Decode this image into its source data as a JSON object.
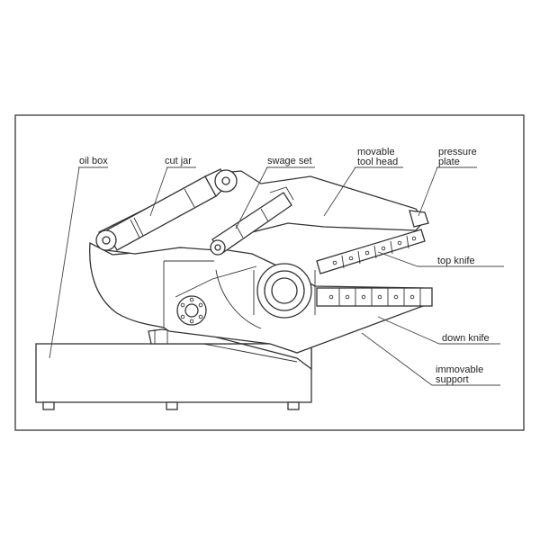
{
  "labels": {
    "oil_box": "oil box",
    "cut_jar": "cut jar",
    "swage_set": "swage set",
    "movable_tool_head_line1": "movable",
    "movable_tool_head_line2": "tool head",
    "pressure_plate_line1": "pressure",
    "pressure_plate_line2": "plate",
    "top_knife": "top knife",
    "down_knife": "down knife",
    "immovable_support_line1": "immovable",
    "immovable_support_line2": "support"
  }
}
